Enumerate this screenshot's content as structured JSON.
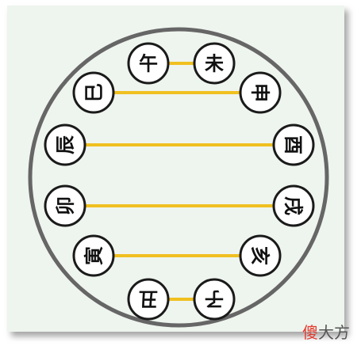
{
  "diagram": {
    "branches": [
      "午",
      "未",
      "申",
      "酉",
      "戌",
      "亥",
      "子",
      "丑",
      "寅",
      "卯",
      "辰",
      "巳"
    ],
    "pairs": [
      [
        "午",
        "未"
      ],
      [
        "巳",
        "申"
      ],
      [
        "辰",
        "酉"
      ],
      [
        "卯",
        "戌"
      ],
      [
        "寅",
        "亥"
      ],
      [
        "丑",
        "子"
      ]
    ]
  },
  "colors": {
    "panel_bg": "#eef4ee",
    "panel_shadow": "#8a8a8a",
    "ring": "#666666",
    "connector": "#f0c020",
    "node_border": "#1a1a1a",
    "node_fill": "#ffffff"
  },
  "watermark": {
    "accent": "傻",
    "rest": "大方"
  }
}
